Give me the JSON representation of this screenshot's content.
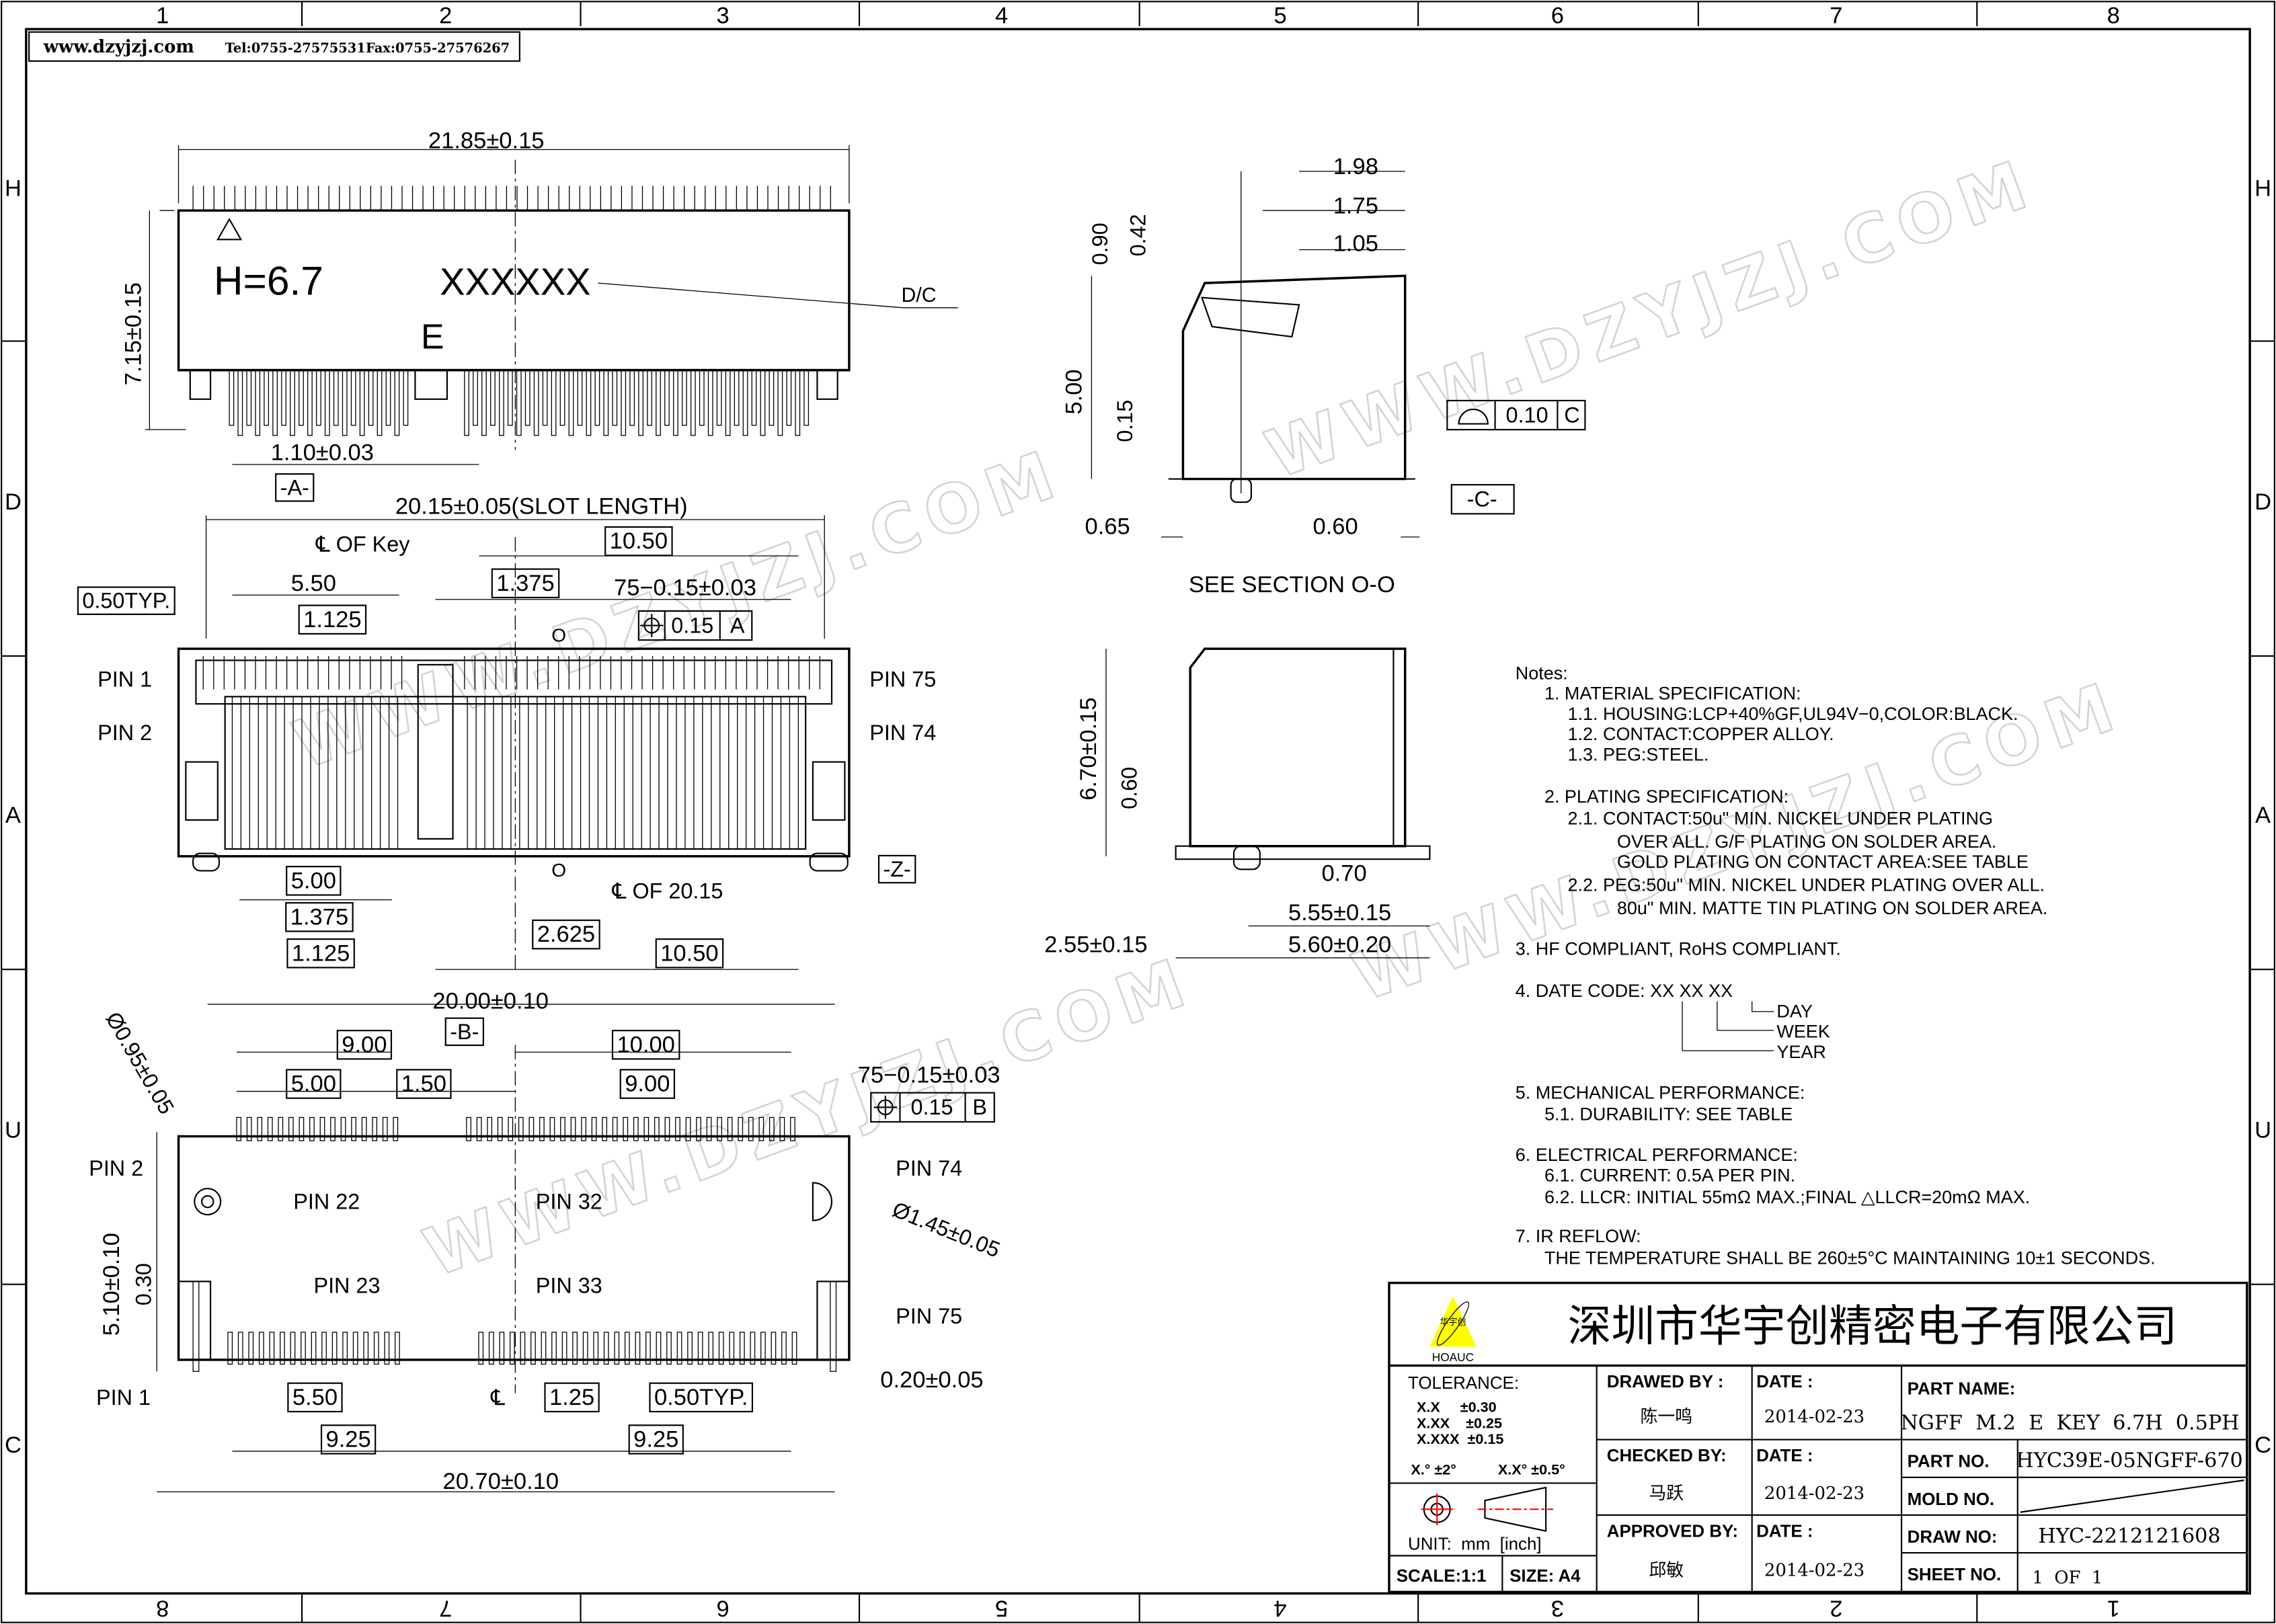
{
  "header_strip": {
    "website": "www.dzyjzj.com",
    "tel": "Tel:0755-27575531",
    "fax": "Fax:0755-27576267"
  },
  "grid": {
    "columns": [
      "1",
      "2",
      "3",
      "4",
      "5",
      "6",
      "7",
      "8"
    ],
    "rows": [
      "H",
      "D",
      "A",
      "U",
      "C"
    ]
  },
  "watermark": "WWW.DZYJZJ.COM",
  "top_view": {
    "labels": [
      "21.85±0.15",
      "7.15±0.15",
      "H=6.7",
      "XXXXXX",
      "E",
      "D/C",
      "1.10±0.03",
      "-A-"
    ]
  },
  "slot_view": {
    "labels": [
      "20.15±0.05(SLOT LENGTH)",
      "℄ OF Key",
      "10.50",
      "0.50TYP.",
      "5.50",
      "1.375",
      "75−0.15±0.03",
      "0.15",
      "A",
      "1.125",
      "O",
      "PIN 1",
      "PIN 2",
      "PIN 75",
      "PIN 74",
      "5.00",
      "O",
      "℄ OF 20.15",
      "-Z-",
      "1.375",
      "2.625",
      "1.125",
      "10.50"
    ]
  },
  "footprint_view": {
    "labels": [
      "20.00±0.10",
      "-B-",
      "9.00",
      "10.00",
      "5.00",
      "1.50",
      "9.00",
      "75−0.15±0.03",
      "0.15",
      "B",
      "Ø0.95±0.05",
      "PIN 2",
      "PIN 22",
      "PIN 32",
      "PIN 74",
      "Ø1.45±0.05",
      "5.10±0.10",
      "0.30",
      "PIN 23",
      "PIN 33",
      "PIN 75",
      "PIN 1",
      "0.20±0.05",
      "5.50",
      "℄",
      "1.25",
      "0.50TYP.",
      "9.25",
      "9.25",
      "20.70±0.10"
    ]
  },
  "section_view": {
    "labels": [
      "1.98",
      "1.75",
      "1.05",
      "0.90",
      "0.42",
      "5.00",
      "0.15",
      "0.10",
      "C",
      "-C-",
      "0.65",
      "0.60",
      "SEE SECTION O-O"
    ]
  },
  "side_view": {
    "labels": [
      "6.70±0.15",
      "0.60",
      "0.70",
      "5.55±0.15",
      "2.55±0.15",
      "5.60±0.20"
    ]
  },
  "notes": {
    "lines": [
      "Notes:",
      "1.  MATERIAL  SPECIFICATION:",
      "1.1.  HOUSING:LCP+40%GF,UL94V−0,COLOR:BLACK.",
      "1.2.  CONTACT:COPPER  ALLOY.",
      "1.3.  PEG:STEEL.",
      "2.  PLATING  SPECIFICATION:",
      "2.1.  CONTACT:50u\"  MIN.  NICKEL  UNDER  PLATING",
      "OVER  ALL.  G/F  PLATING  ON  SOLDER  AREA.",
      "GOLD  PLATING  ON  CONTACT  AREA:SEE  TABLE",
      "2.2.  PEG:50u\"  MIN.  NICKEL  UNDER  PLATING  OVER  ALL.",
      "80u\"  MIN.  MATTE  TIN  PLATING  ON  SOLDER  AREA.",
      "3.  HF  COMPLIANT,  RoHS  COMPLIANT.",
      "4.  DATE  CODE:  XX  XX  XX",
      "DAY",
      "WEEK",
      "YEAR",
      "5.  MECHANICAL  PERFORMANCE:",
      "5.1.  DURABILITY:  SEE  TABLE",
      "6.  ELECTRICAL  PERFORMANCE:",
      "6.1.  CURRENT:  0.5A  PER  PIN.",
      "6.2.  LLCR:  INITIAL  55mΩ  MAX.;FINAL  △LLCR=20mΩ  MAX.",
      "7.  IR  REFLOW:",
      "THE  TEMPERATURE  SHALL  BE  260±5°C  MAINTAINING  10±1  SECONDS."
    ]
  },
  "title_block": {
    "logo_cn": "华宇创",
    "logo_en": "HOAUC",
    "company": "深圳市华宇创精密电子有限公司",
    "tolerance_title": "TOLERANCE:",
    "tol_rows": [
      "X.X     ±0.30",
      "X.XX    ±0.25",
      "X.XXX  ±0.15"
    ],
    "tol_angles": [
      "X.°  ±2°",
      "X.X°  ±0.5°"
    ],
    "unit": "UNIT:  mm  [inch]",
    "scale": "SCALE:1:1",
    "size": "SIZE:  A4",
    "drawed_by_label": "DRAWED  BY :",
    "drawed_by": "陈一鸣",
    "checked_by_label": "CHECKED  BY:",
    "checked_by": "马跃",
    "approved_by_label": "APPROVED  BY:",
    "approved_by": "邱敏",
    "date_label": "DATE  :",
    "dates": [
      "2014-02-23",
      "2014-02-23",
      "2014-02-23"
    ],
    "part_name_label": "PART  NAME:",
    "part_name": "NGFF  M.2  E  KEY  6.7H  0.5PH",
    "part_no_label": "PART  NO.",
    "part_no": "HYC39E-05NGFF-670",
    "mold_no_label": "MOLD  NO.",
    "draw_no_label": "DRAW  NO:",
    "draw_no": "HYC-2212121608",
    "sheet_no_label": "SHEET  NO.",
    "sheet_no": "1  OF  1"
  },
  "colors": {
    "logo_yellow": "#ffff00",
    "symbol_red": "#ff0000",
    "watermark": "#d4d4d4"
  }
}
